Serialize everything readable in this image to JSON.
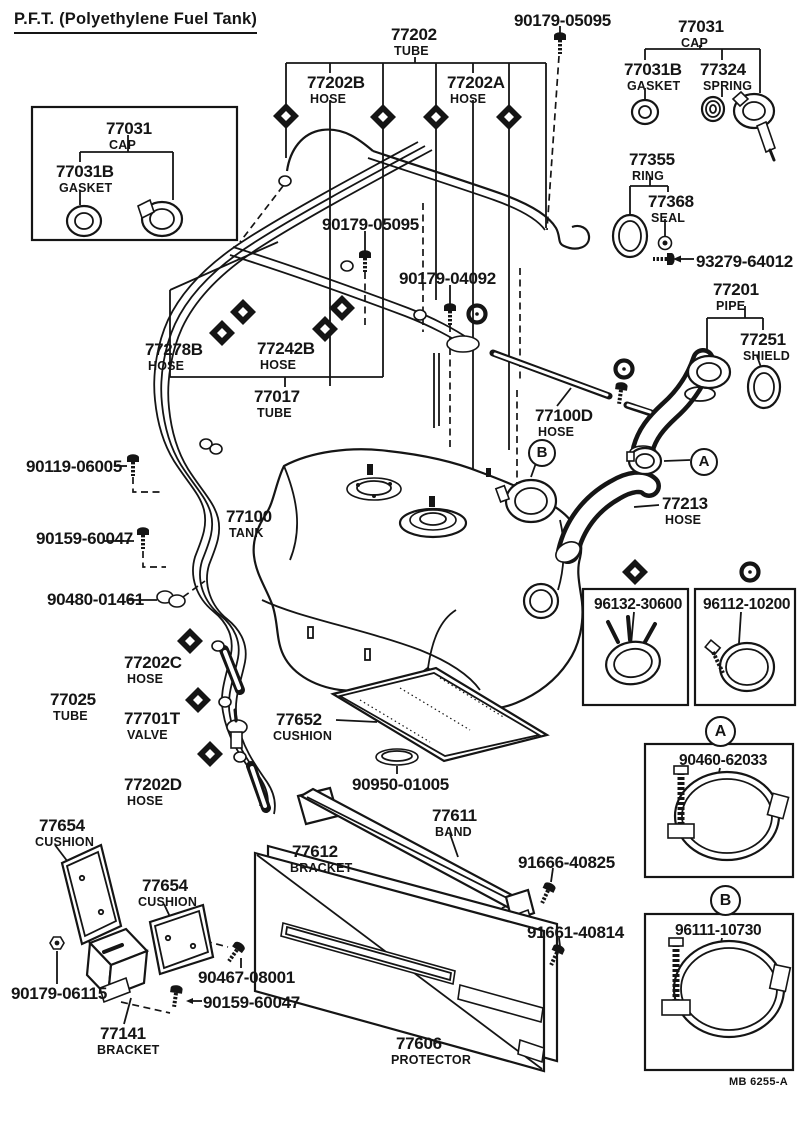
{
  "doc": {
    "title": "P.F.T. (Polyethylene Fuel Tank)",
    "figure_code": "MB 6255-A"
  },
  "markers": {
    "a": "A",
    "b": "B"
  },
  "labels": {
    "t77202": {
      "num": "77202",
      "name": "TUBE"
    },
    "t77031": {
      "num": "77031",
      "name": "CAP"
    },
    "t77031b": {
      "num": "77031B",
      "name": "GASKET"
    },
    "t77324": {
      "num": "77324",
      "name": "SPRING"
    },
    "t77202b": {
      "num": "77202B",
      "name": "HOSE"
    },
    "t77202a": {
      "num": "77202A",
      "name": "HOSE"
    },
    "t77355": {
      "num": "77355",
      "name": "RING"
    },
    "t77368": {
      "num": "77368",
      "name": "SEAL"
    },
    "t77201": {
      "num": "77201",
      "name": "PIPE"
    },
    "t77251": {
      "num": "77251",
      "name": "SHIELD"
    },
    "t77278b": {
      "num": "77278B",
      "name": "HOSE"
    },
    "t77242b": {
      "num": "77242B",
      "name": "HOSE"
    },
    "t77017": {
      "num": "77017",
      "name": "TUBE"
    },
    "t77100d": {
      "num": "77100D",
      "name": "HOSE"
    },
    "t77100": {
      "num": "77100",
      "name": "TANK"
    },
    "t77213": {
      "num": "77213",
      "name": "HOSE"
    },
    "t77202c": {
      "num": "77202C",
      "name": "HOSE"
    },
    "t77025": {
      "num": "77025",
      "name": "TUBE"
    },
    "t77701t": {
      "num": "77701T",
      "name": "VALVE"
    },
    "t77202d": {
      "num": "77202D",
      "name": "HOSE"
    },
    "t77652": {
      "num": "77652",
      "name": "CUSHION"
    },
    "t77611": {
      "num": "77611",
      "name": "BAND"
    },
    "t77612": {
      "num": "77612",
      "name": "BRACKET"
    },
    "t77654": {
      "num": "77654",
      "name": "CUSHION"
    },
    "t77141": {
      "num": "77141",
      "name": "BRACKET"
    },
    "t77606": {
      "num": "77606",
      "name": "PROTECTOR"
    },
    "n9017905095": {
      "num": "90179-05095"
    },
    "n9017904092": {
      "num": "90179-04092"
    },
    "n9327964012": {
      "num": "93279-64012"
    },
    "n9011906005": {
      "num": "90119-06005"
    },
    "n9015960047": {
      "num": "90159-60047"
    },
    "n9048001461": {
      "num": "90480-01461"
    },
    "n9613230600": {
      "num": "96132-30600"
    },
    "n9611210200": {
      "num": "96112-10200"
    },
    "n9046062033": {
      "num": "90460-62033"
    },
    "n9611110730": {
      "num": "96111-10730"
    },
    "n9095001005": {
      "num": "90950-01005"
    },
    "n9166640825": {
      "num": "91666-40825"
    },
    "n9166140814": {
      "num": "91661-40814"
    },
    "n9017906115": {
      "num": "90179-06115"
    },
    "n9046708001": {
      "num": "90467-08001"
    }
  }
}
